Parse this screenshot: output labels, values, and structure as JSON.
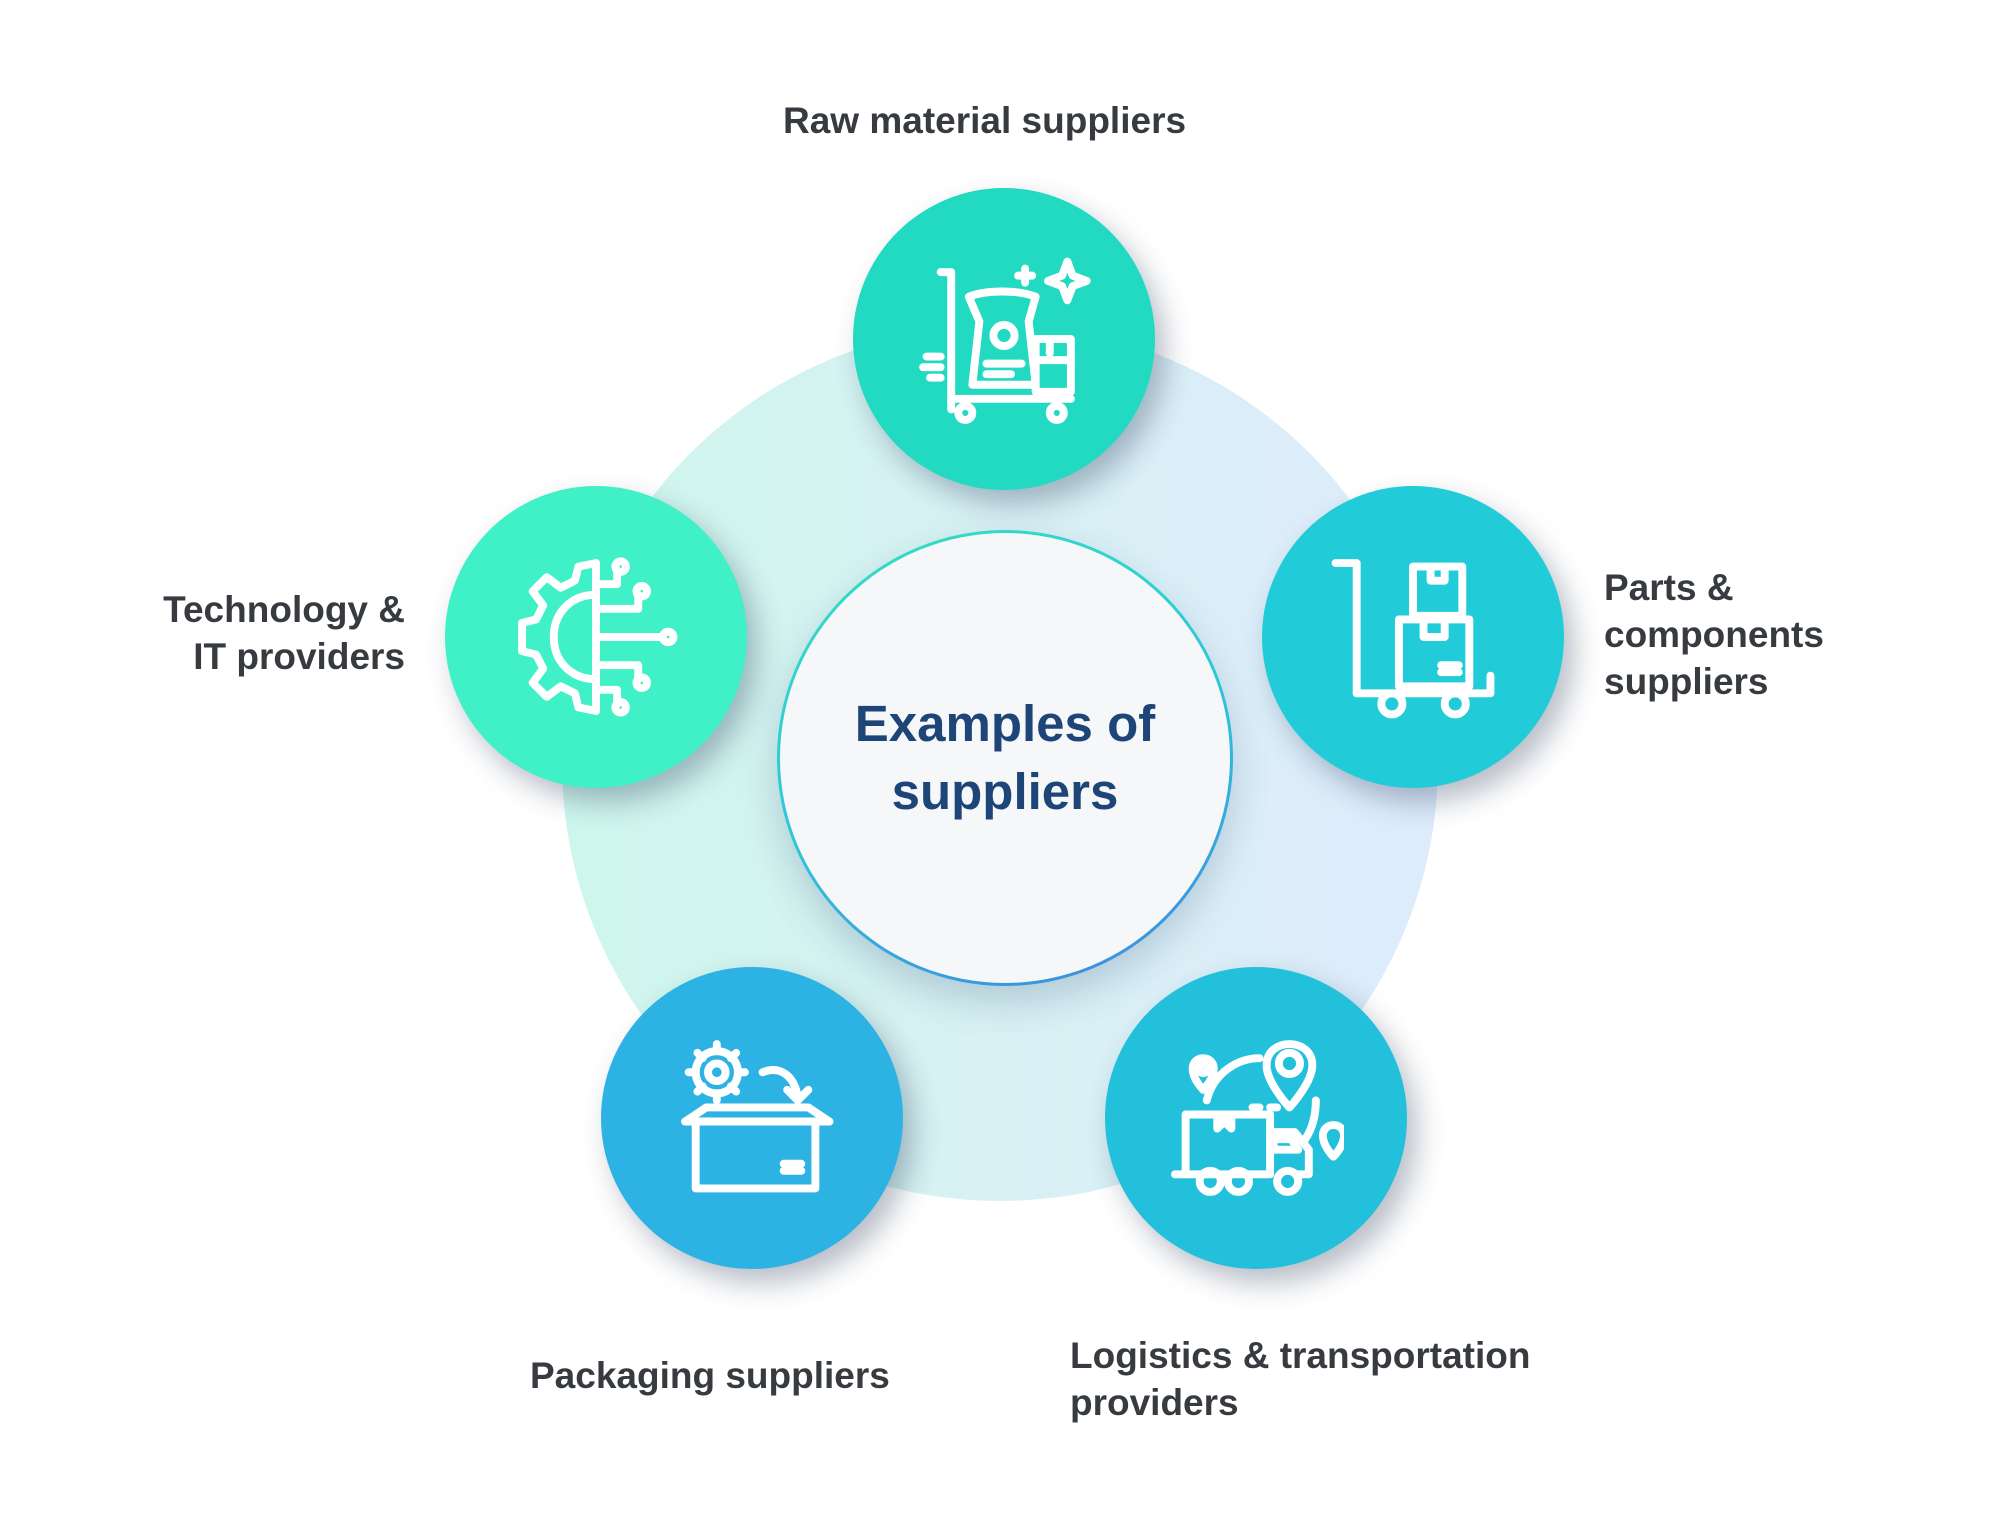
{
  "center": {
    "title_line1": "Examples of",
    "title_line2": "suppliers"
  },
  "nodes": [
    {
      "id": "raw",
      "label_lines": [
        "Raw material suppliers"
      ],
      "icon": "material-cart-icon",
      "color": "#22d9c1"
    },
    {
      "id": "parts",
      "label_lines": [
        "Parts &",
        "components",
        "suppliers"
      ],
      "icon": "hand-truck-boxes-icon",
      "color": "#21ccd8"
    },
    {
      "id": "logistics",
      "label_lines": [
        "Logistics & transportation",
        "providers"
      ],
      "icon": "delivery-truck-location-icon",
      "color": "#23c0dc"
    },
    {
      "id": "packaging",
      "label_lines": [
        "Packaging suppliers"
      ],
      "icon": "gear-box-icon",
      "color": "#2db3e3"
    },
    {
      "id": "technology",
      "label_lines": [
        "Technology &",
        "IT providers"
      ],
      "icon": "gear-circuit-icon",
      "color": "#40f0c6"
    }
  ],
  "colors": {
    "center_text": "#1e4577",
    "label_text": "#373b40"
  }
}
